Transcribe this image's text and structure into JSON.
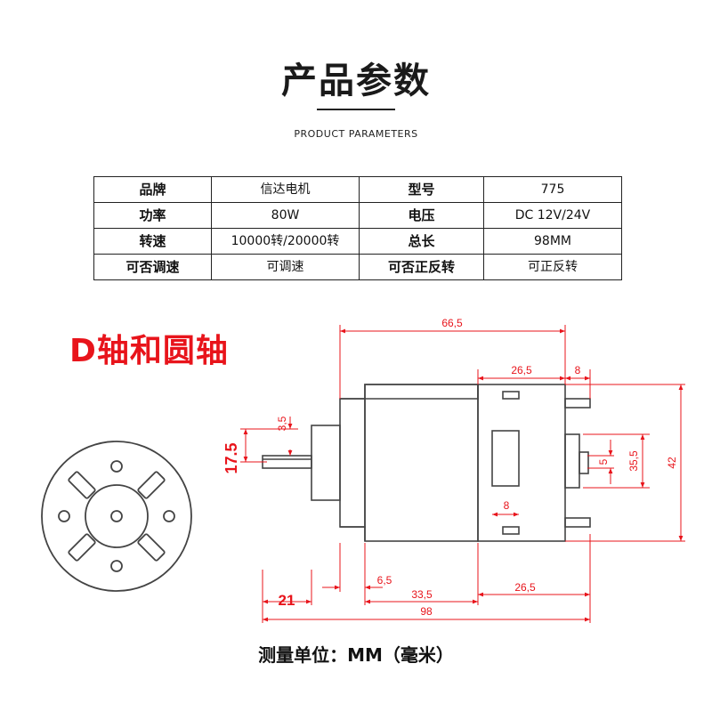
{
  "title": "产品参数",
  "subtitle": "PRODUCT PARAMETERS",
  "spec_table": [
    [
      "品牌",
      "信达电机",
      "型号",
      "775"
    ],
    [
      "功率",
      "80W",
      "电压",
      "DC 12V/24V"
    ],
    [
      "转速",
      "10000转/20000转",
      "总长",
      "98MM"
    ],
    [
      "可否调速",
      "可调速",
      "可否正反转",
      "可正反转"
    ]
  ],
  "shaft_heading": "D轴和圆轴",
  "dimensions": {
    "length_66_5": "66,5",
    "length_26_5_top": "26,5",
    "length_8_top": "8",
    "shaft_height_3_5": "3,5",
    "shaft_offset_17_5": "17.5",
    "height_42": "42",
    "height_35_5": "35,5",
    "height_5": "5",
    "vent_8": "8",
    "shaft_length_21": "21",
    "length_6_5": "6,5",
    "length_33_5": "33,5",
    "length_26_5_bottom": "26,5",
    "total_98": "98"
  },
  "units_note": "测量单位：MM（毫米）",
  "colors": {
    "dimension_red": "#e8141b",
    "outline": "#444444"
  }
}
